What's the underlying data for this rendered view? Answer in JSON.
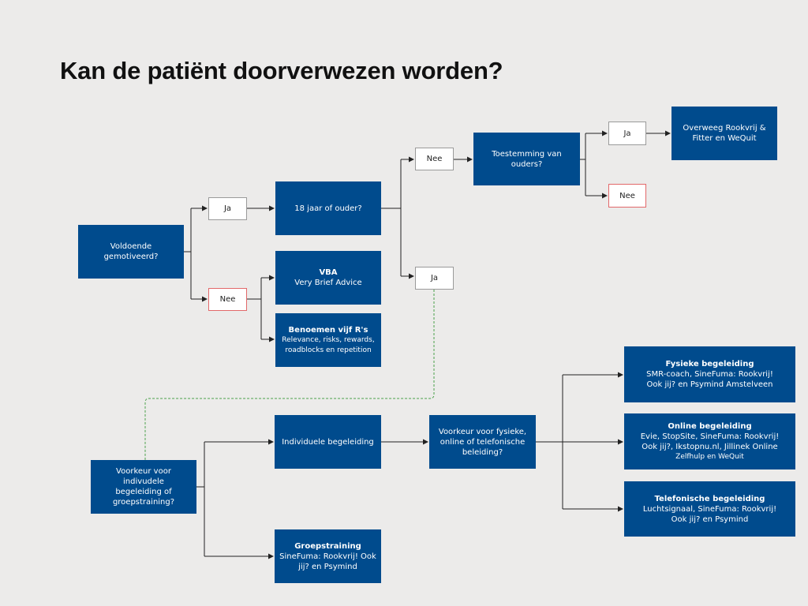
{
  "title": "Kan de patiënt doorverwezen worden?",
  "colors": {
    "box": "#004b8d",
    "background": "#ecebea",
    "connector": "#222222",
    "dashed": "#4aa04a",
    "nee_border": "#e2686a"
  },
  "labels": {
    "ja": "Ja",
    "nee": "Nee"
  },
  "nodes": {
    "gemotiveerd": "Voldoende gemotiveerd?",
    "leeftijd": "18 jaar of ouder?",
    "toestemming": "Toestemming van ouders?",
    "rookvrij": [
      "Overweeg Rookvrij &",
      "Fitter en WeQuit"
    ],
    "vba": {
      "title": "VBA",
      "text": "Very Brief Advice"
    },
    "vijf_r": {
      "title": "Benoemen vijf R's",
      "lines": [
        "Relevance, risks, rewards,",
        "roadblocks en repetition"
      ]
    },
    "voorkeur": [
      "Voorkeur voor indivudele",
      "begeleiding of",
      "groepstraining?"
    ],
    "individueel": "Individuele begeleiding",
    "voorkeur_type": [
      "Voorkeur voor fysieke,",
      "online of telefonische",
      "beleiding?"
    ],
    "groep": {
      "title": "Groepstraining",
      "lines": [
        "SineFuma: Rookvrij! Ook",
        "jij? en Psymind"
      ]
    },
    "fysiek": {
      "title": "Fysieke begeleiding",
      "lines": [
        "SMR-coach, SineFuma: Rookvrij!",
        "Ook jij? en Psymind Amstelveen"
      ]
    },
    "online": {
      "title": "Online begeleiding",
      "lines": [
        "Evie,  StopSite, SineFuma: Rookvrij!",
        "Ook jij?, Ikstopnu.nl, Jillinek Online",
        "Zelfhulp en WeQuit"
      ]
    },
    "telefonisch": {
      "title": "Telefonische begeleiding",
      "lines": [
        "Luchtsignaal, SineFuma: Rookvrij!",
        "Ook jij? en Psymind"
      ]
    }
  }
}
